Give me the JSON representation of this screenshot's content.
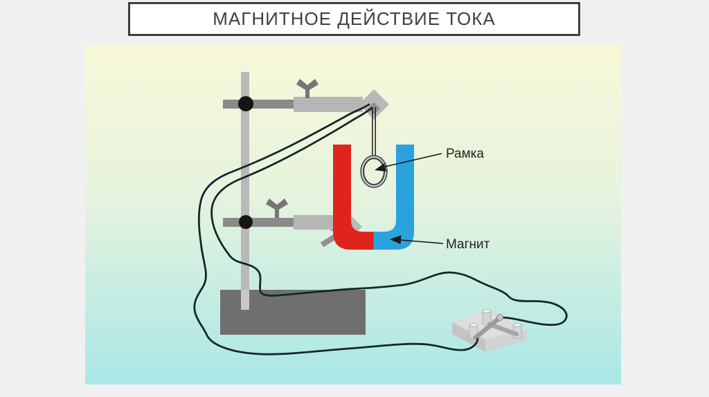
{
  "title": {
    "text": "МАГНИТНОЕ ДЕЙСТВИЕ ТОКА"
  },
  "labels": {
    "frame": "Рамка",
    "magnet": "Магнит"
  },
  "colors": {
    "page_background": "#f0f0f1",
    "background_top": "#f8f8d8",
    "background_middle": "#e6f3de",
    "background_bottom": "#a9e7e7",
    "magnet_red": "#e0241d",
    "magnet_blue": "#2aa3dd",
    "title_border": "#3e3e3e",
    "title_text": "#3f3f3f",
    "wire": "#13272a",
    "stand_metal": "#b9b9b9",
    "stand_metal_dark": "#8a8a8a",
    "stand_base": "#6f6f6f",
    "label_text": "#222222"
  }
}
